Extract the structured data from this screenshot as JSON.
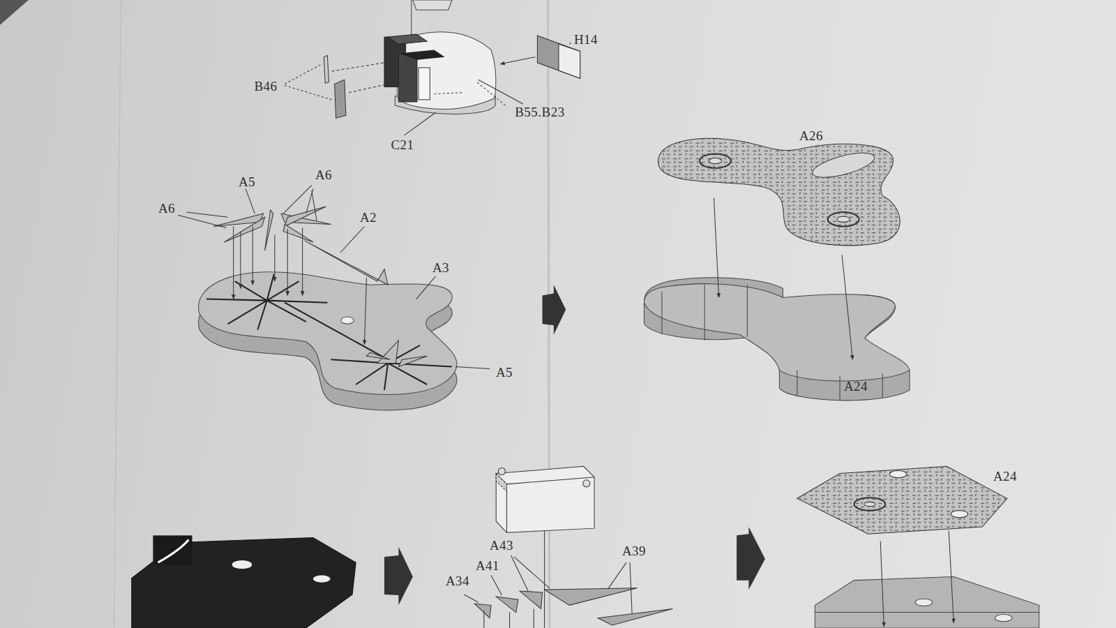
{
  "diagram": {
    "labels": [
      "B46",
      "H14",
      "B55.B23",
      "C21",
      "A6",
      "A5",
      "A6",
      "A2",
      "A3",
      "A5",
      "A26",
      "A24",
      "A43",
      "A41",
      "A34",
      "A39",
      "A24"
    ]
  }
}
